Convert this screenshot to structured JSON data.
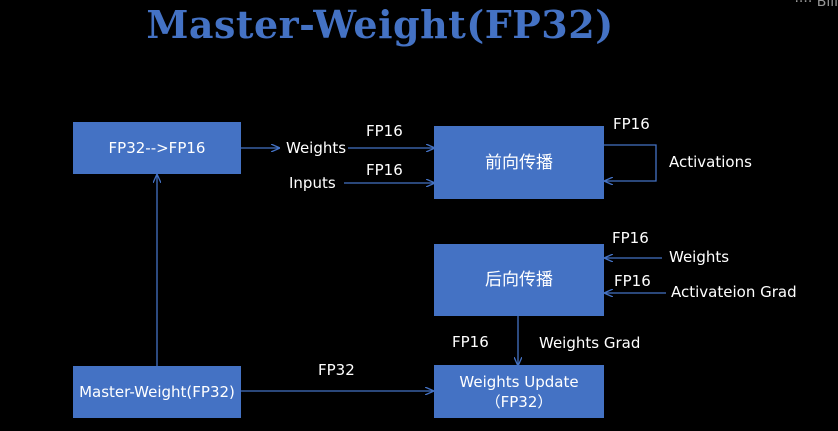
{
  "title": "Master-Weight(FP32)",
  "watermark": "···· Bili",
  "colors": {
    "box": "#4472c4",
    "title": "#4472c4",
    "arrow": "#4472c4",
    "background": "#000000",
    "text": "#ffffff"
  },
  "boxes": {
    "convert": "FP32-->FP16",
    "forward": "前向传播",
    "backward": "后向传播",
    "master": "Master-Weight(FP32)",
    "update_line1": "Weights Update",
    "update_line2": "（FP32）"
  },
  "labels": {
    "weights_in": "Weights",
    "inputs_in": "Inputs",
    "fp16_weights": "FP16",
    "fp16_inputs": "FP16",
    "fp16_activations": "FP16",
    "activations": "Activations",
    "fp16_bw_weights": "FP16",
    "bw_weights": "Weights",
    "fp16_bw_grad": "FP16",
    "activation_grad": "Activateion Grad",
    "fp16_weights_grad": "FP16",
    "weights_grad": "Weights Grad",
    "fp32_master": "FP32"
  }
}
